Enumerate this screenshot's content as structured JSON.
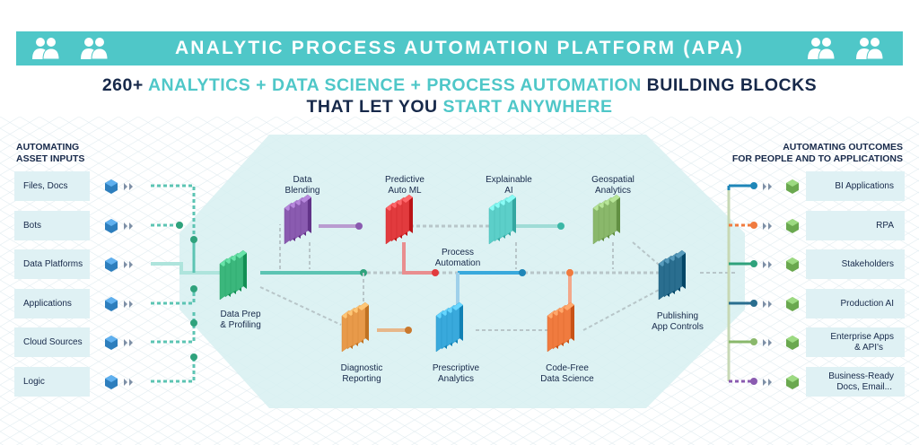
{
  "banner": {
    "title": "ANALYTIC PROCESS AUTOMATION PLATFORM (APA)"
  },
  "headline": {
    "line1_prefix": "260+",
    "line1_highlight": "ANALYTICS + DATA SCIENCE + PROCESS AUTOMATION",
    "line1_suffix": "BUILDING BLOCKS",
    "line2_prefix": "THAT LET YOU",
    "line2_highlight": "START ANYWHERE"
  },
  "inputs": {
    "heading_1": "AUTOMATING",
    "heading_2": "ASSET INPUTS",
    "items": [
      "Files, Docs",
      "Bots",
      "Data Platforms",
      "Applications",
      "Cloud Sources",
      "Logic"
    ]
  },
  "outputs": {
    "heading_1": "AUTOMATING OUTCOMES",
    "heading_2": "FOR PEOPLE AND TO APPLICATIONS",
    "items": [
      {
        "line1": "BI Applications",
        "line2": ""
      },
      {
        "line1": "RPA",
        "line2": ""
      },
      {
        "line1": "Stakeholders",
        "line2": ""
      },
      {
        "line1": "Production AI",
        "line2": ""
      },
      {
        "line1": "Enterprise Apps",
        "line2": "& API's"
      },
      {
        "line1": "Business-Ready",
        "line2": "Docs, Email..."
      }
    ]
  },
  "nodes": {
    "data_blending": {
      "line1": "Data",
      "line2": "Blending",
      "color": "#8a5bb0"
    },
    "predictive_auto_ml": {
      "line1": "Predictive",
      "line2": "Auto ML",
      "color": "#e23b3e"
    },
    "explainable_ai": {
      "line1": "Explainable",
      "line2": "AI",
      "color": "#5ccfc9"
    },
    "geospatial_analytics": {
      "line1": "Geospatial",
      "line2": "Analytics",
      "color": "#8ab86b"
    },
    "process_automation": {
      "line1": "Process",
      "line2": "Automation"
    },
    "data_prep": {
      "line1": "Data Prep",
      "line2": "& Profiling",
      "color": "#3bb77c"
    },
    "publishing": {
      "line1": "Publishing",
      "line2": "App Controls",
      "color": "#2a6e8f"
    },
    "diagnostic_reporting": {
      "line1": "Diagnostic",
      "line2": "Reporting",
      "color": "#e89a4a"
    },
    "prescriptive_analytics": {
      "line1": "Prescriptive",
      "line2": "Analytics",
      "color": "#39a9dc"
    },
    "code_free_ds": {
      "line1": "Code-Free",
      "line2": "Data Science",
      "color": "#f07b3f"
    }
  },
  "colors": {
    "banner": "#4fc7c8",
    "navy": "#17294a",
    "box_bg": "#dff1f4",
    "hex_bg": "#d7f0f1",
    "input_cube": "#2d7ebd",
    "output_cube": "#6aa84f"
  },
  "icons": {
    "person": "person-pair-icon",
    "input_cube": "cube-icon",
    "arrows": "double-chevron-icon",
    "block": "stacked-block-icon"
  }
}
